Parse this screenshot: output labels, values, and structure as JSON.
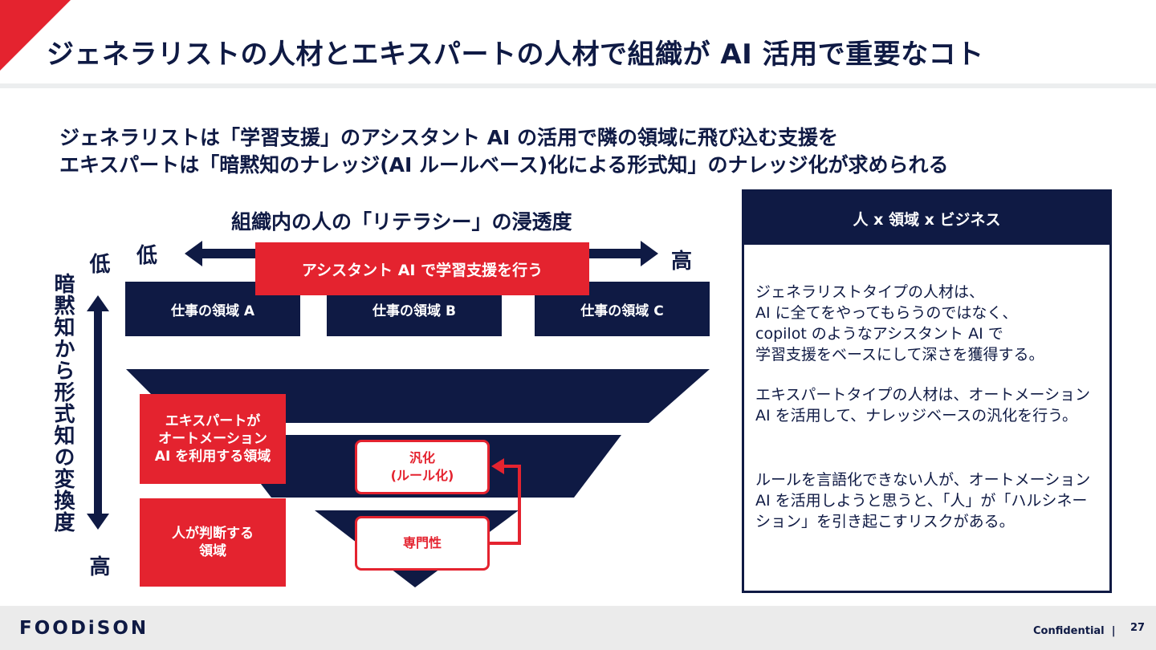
{
  "header": {
    "title": "ジェネラリストの人材とエキスパートの人材で組織が AI 活用で重要なコト"
  },
  "subtitle": {
    "line1": "ジェネラリストは「学習支援」のアシスタント AI の活用で隣の領域に飛び込む支援を",
    "line2": "エキスパートは「暗黙知のナレッジ(AI ルールベース)化による形式知」のナレッジ化が求められる"
  },
  "diagram": {
    "title": "組織内の人の「リテラシー」の浸透度",
    "low_horizontal": "低",
    "high_horizontal": "高",
    "vertical_label": "暗黙知から形式知の変換度",
    "low_vertical": "低",
    "high_vertical": "高",
    "assistant_banner": "アシスタント AI で学習支援を行う",
    "domains": [
      "仕事の領域 A",
      "仕事の領域 B",
      "仕事の領域 C"
    ],
    "expert_box": "エキスパートが\nオートメーション\nAI を利用する領域",
    "human_box": "人が判断する\n領域",
    "generalize_box": "汎化\n(ルール化)",
    "specialty_box": "専門性",
    "colors": {
      "navy": "#0f1a44",
      "red": "#e4232f"
    }
  },
  "panel": {
    "header": "人 x 領域 x ビジネス",
    "paragraphs": [
      "ジェネラリストタイプの人材は、\nAI に全てをやってもらうのではなく、\ncopilot のようなアシスタント AI で\n学習支援をベースにして深さを獲得する。",
      "エキスパートタイプの人材は、オートメーション AI を活用して、ナレッジベースの汎化を行う。",
      "ルールを言語化できない人が、オートメーション AI を活用しようと思うと、「人」が「ハルシネーション」を引き起こすリスクがある。"
    ]
  },
  "footer": {
    "logo": "FOODiSON",
    "confidential": "Confidential  |",
    "page": "27"
  }
}
